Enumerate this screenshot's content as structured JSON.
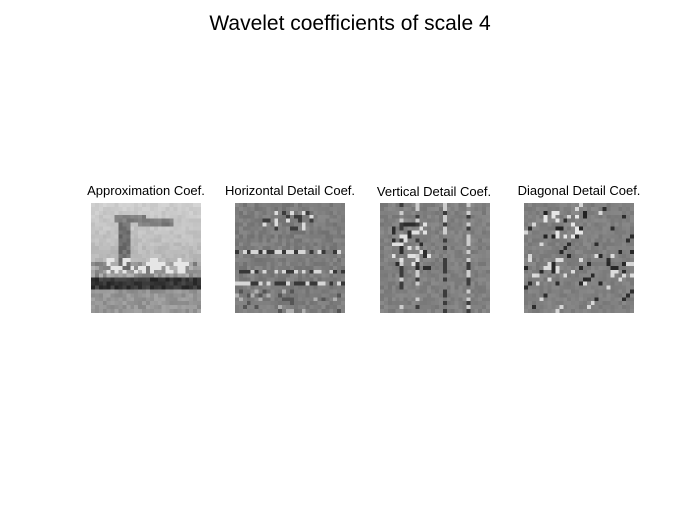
{
  "figure": {
    "title": "Wavelet coefficients of scale 4"
  },
  "panels": [
    {
      "id": "approx",
      "label": "Approximation Coef."
    },
    {
      "id": "horiz",
      "label": "Horizontal Detail Coef."
    },
    {
      "id": "vert",
      "label": "Vertical Detail Coef."
    },
    {
      "id": "diag",
      "label": "Diagonal Detail Coef."
    }
  ],
  "colors": {
    "background": "#ffffff",
    "text": "#000000",
    "detail_mid_gray": "#808080"
  }
}
